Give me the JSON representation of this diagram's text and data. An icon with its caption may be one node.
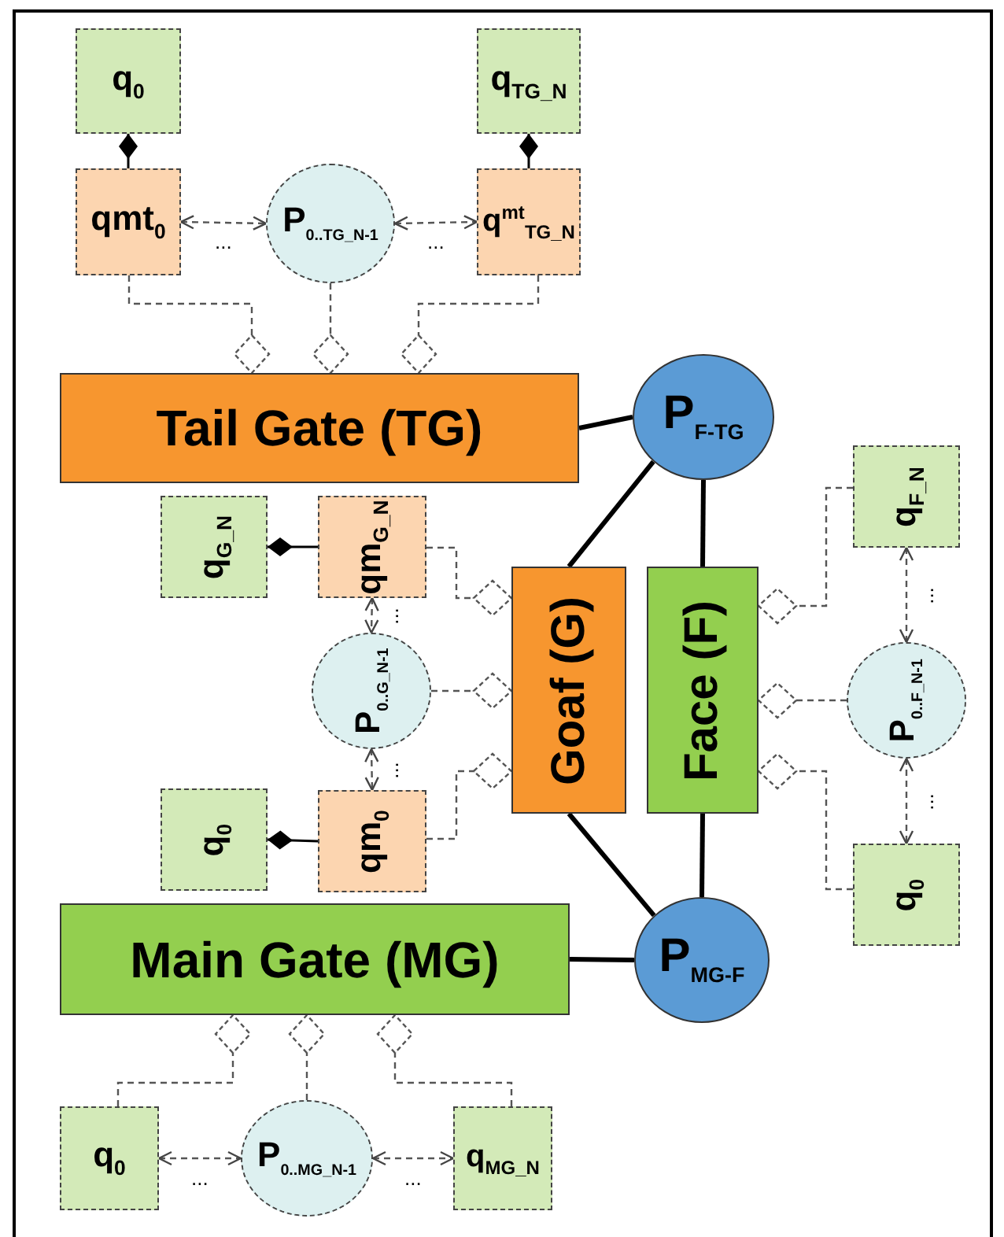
{
  "diagram": {
    "nodes": [
      {
        "text": [
          "Tail Gate (TG)"
        ]
      },
      {
        "text": [
          "P$_{F-TG}$"
        ]
      },
      {
        "text": [
          "Goaf (G)"
        ]
      },
      {
        "text": [
          "Face (F)"
        ]
      },
      {
        "text": [
          "Main Gate (MG)"
        ]
      },
      {
        "text": [
          "P$_{MG-F}$"
        ]
      },
      {
        "text": [
          "q$_{0}$"
        ]
      },
      {
        "text": [
          "qmt$_{0}$"
        ]
      },
      {
        "text": [
          "P$_{0..TG_N-1}$"
        ]
      },
      {
        "text": [
          "q$_{TG_N}$"
        ]
      },
      {
        "text": [
          "q$^{mt}$$_{TG_N}$"
        ]
      },
      {
        "text": [
          "q$_{G_N}$"
        ]
      },
      {
        "text": [
          "qm$_{G_N}$"
        ]
      },
      {
        "text": [
          "P$_{0..G_N-1}$"
        ]
      },
      {
        "text": [
          "q$_{0}$"
        ]
      },
      {
        "text": [
          "qm$_{0}$"
        ]
      },
      {
        "text": [
          "q$_{F_N}$"
        ]
      },
      {
        "text": [
          "P$_{0..F_N-1}$"
        ]
      },
      {
        "text": [
          "q$_{0}$"
        ]
      },
      {
        "text": [
          "q$_{0}$"
        ]
      },
      {
        "text": [
          "P$_{0..MG_N-1}$"
        ]
      },
      {
        "text": [
          "q$_{MG_N}$"
        ]
      }
    ],
    "edges": [
      {
        "from": 0,
        "to": 1,
        "arrow": "none",
        "style": "thick"
      },
      {
        "from": 1,
        "to": 2,
        "arrow": "none",
        "style": "thick"
      },
      {
        "from": 1,
        "to": 3,
        "arrow": "none",
        "style": "thick"
      },
      {
        "from": 2,
        "to": 5,
        "arrow": "none",
        "style": "thick"
      },
      {
        "from": 3,
        "to": 5,
        "arrow": "none",
        "style": "thick"
      },
      {
        "from": 4,
        "to": 5,
        "arrow": "none",
        "style": "thick"
      },
      {
        "from": 7,
        "to": 6,
        "arrow": "other"
      },
      {
        "from": 10,
        "to": 9,
        "arrow": "other"
      },
      {
        "from": 12,
        "to": 11,
        "arrow": "other"
      },
      {
        "from": 15,
        "to": 14,
        "arrow": "other"
      },
      {
        "from": 7,
        "to": 8,
        "arrow": "both",
        "style": "dashed",
        "label": "..."
      },
      {
        "from": 8,
        "to": 10,
        "arrow": "both",
        "style": "dashed",
        "label": "..."
      },
      {
        "from": 12,
        "to": 13,
        "arrow": "both",
        "style": "dashed",
        "label": "..."
      },
      {
        "from": 13,
        "to": 15,
        "arrow": "both",
        "style": "dashed",
        "label": "..."
      },
      {
        "from": 16,
        "to": 17,
        "arrow": "both",
        "style": "dashed",
        "label": "..."
      },
      {
        "from": 17,
        "to": 18,
        "arrow": "both",
        "style": "dashed",
        "label": "..."
      },
      {
        "from": 19,
        "to": 20,
        "arrow": "both",
        "style": "dashed",
        "label": "..."
      },
      {
        "from": 20,
        "to": 21,
        "arrow": "both",
        "style": "dashed",
        "label": "..."
      },
      {
        "from": 7,
        "to": 0,
        "arrow": "other",
        "style": "dashed"
      },
      {
        "from": 8,
        "to": 0,
        "arrow": "other",
        "style": "dashed"
      },
      {
        "from": 10,
        "to": 0,
        "arrow": "other",
        "style": "dashed"
      },
      {
        "from": 12,
        "to": 2,
        "arrow": "other",
        "style": "dashed"
      },
      {
        "from": 13,
        "to": 2,
        "arrow": "other",
        "style": "dashed"
      },
      {
        "from": 15,
        "to": 2,
        "arrow": "other",
        "style": "dashed"
      },
      {
        "from": 16,
        "to": 3,
        "arrow": "other",
        "style": "dashed"
      },
      {
        "from": 17,
        "to": 3,
        "arrow": "other",
        "style": "dashed"
      },
      {
        "from": 18,
        "to": 3,
        "arrow": "other",
        "style": "dashed"
      },
      {
        "from": 19,
        "to": 4,
        "arrow": "other",
        "style": "dashed"
      },
      {
        "from": 20,
        "to": 4,
        "arrow": "other",
        "style": "dashed"
      },
      {
        "from": 21,
        "to": 4,
        "arrow": "other",
        "style": "dashed"
      }
    ]
  }
}
